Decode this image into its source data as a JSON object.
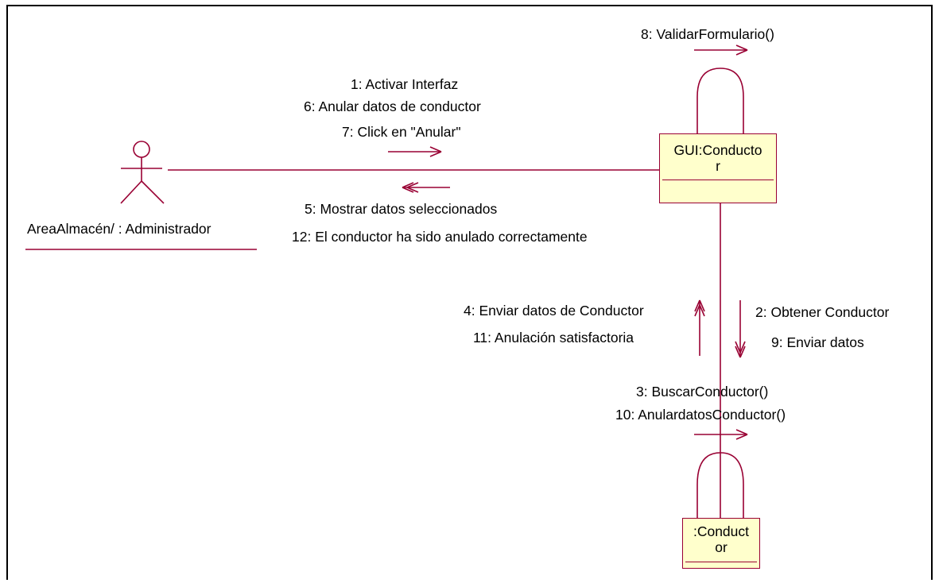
{
  "diagram": {
    "colors": {
      "line": "#990033",
      "box_fill": "#ffffcc",
      "text": "#000000",
      "frame": "#000000"
    },
    "actor": {
      "name": "AreaAlmacén/ : Administrador",
      "icon": "stick-figure-icon"
    },
    "objects": {
      "gui": {
        "name_line1": "GUI:Conducto",
        "name_line2": "r"
      },
      "conductor": {
        "name_line1": ":Conduct",
        "name_line2": "or"
      }
    },
    "messages": {
      "self_gui": [
        "8: ValidarFormulario()"
      ],
      "actor_to_gui": [
        "1: Activar Interfaz",
        "6: Anular datos de conductor",
        "7: Click en \"Anular\""
      ],
      "gui_to_actor": [
        "5: Mostrar datos seleccionados",
        "12: El conductor ha sido anulado correctamente"
      ],
      "conductor_to_gui": [
        "4: Enviar datos de Conductor",
        "11: Anulación satisfactoria"
      ],
      "gui_to_conductor": [
        "2: Obtener Conductor",
        "9: Enviar datos"
      ],
      "self_conductor": [
        "3: BuscarConductor()",
        "10: AnulardatosConductor()"
      ]
    }
  }
}
